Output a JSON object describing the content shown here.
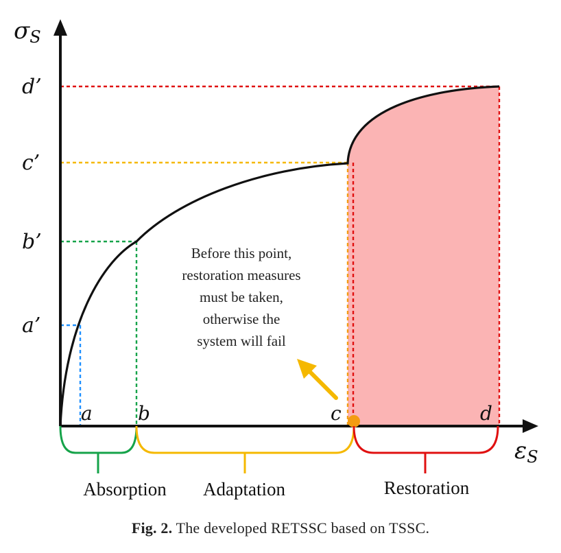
{
  "axes": {
    "y_label": "σ",
    "y_label_sub": "S",
    "x_label": "ε",
    "x_label_sub": "S"
  },
  "points": {
    "a": "a",
    "b": "b",
    "c": "c",
    "d": "d",
    "a_prime": "a’",
    "b_prime": "b’",
    "c_prime": "c’",
    "d_prime": "d’"
  },
  "phases": {
    "absorption": "Absorption",
    "adaptation": "Adaptation",
    "restoration": "Restoration"
  },
  "annotation": {
    "lines": [
      "Before this point,",
      "restoration measures",
      "must be taken,",
      "otherwise the",
      "system will fail"
    ]
  },
  "caption": {
    "label": "Fig. 2.",
    "text": "The developed RETSSC based on TSSC."
  },
  "colors": {
    "a_guide": "#1e90ff",
    "b_guide": "#16a34a",
    "c_guide": "#f5b800",
    "d_guide": "#e01010",
    "restoration_fill": "#fbb4b4",
    "absorption_brace": "#16a34a",
    "adaptation_brace": "#f5b800",
    "restoration_brace": "#e01010",
    "arrow": "#f5b800",
    "c_marker": "#f39c12"
  }
}
